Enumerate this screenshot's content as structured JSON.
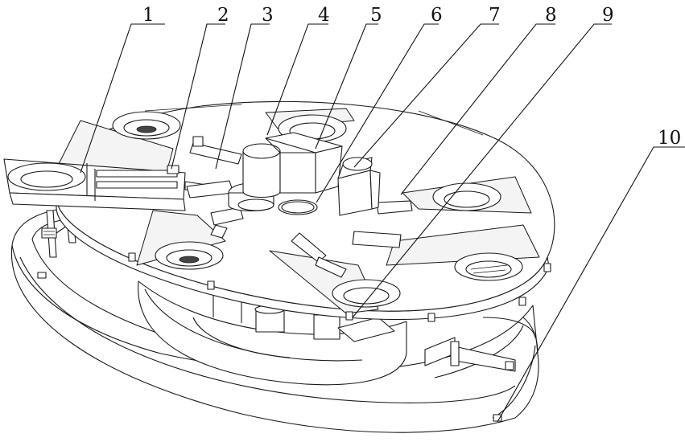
{
  "callouts": [
    {
      "id": "callout-1",
      "text": "1"
    },
    {
      "id": "callout-2",
      "text": "2"
    },
    {
      "id": "callout-3",
      "text": "3"
    },
    {
      "id": "callout-4",
      "text": "4"
    },
    {
      "id": "callout-5",
      "text": "5"
    },
    {
      "id": "callout-6",
      "text": "6"
    },
    {
      "id": "callout-7",
      "text": "7"
    },
    {
      "id": "callout-8",
      "text": "8"
    },
    {
      "id": "callout-9",
      "text": "9"
    },
    {
      "id": "callout-10",
      "text": "10"
    }
  ]
}
